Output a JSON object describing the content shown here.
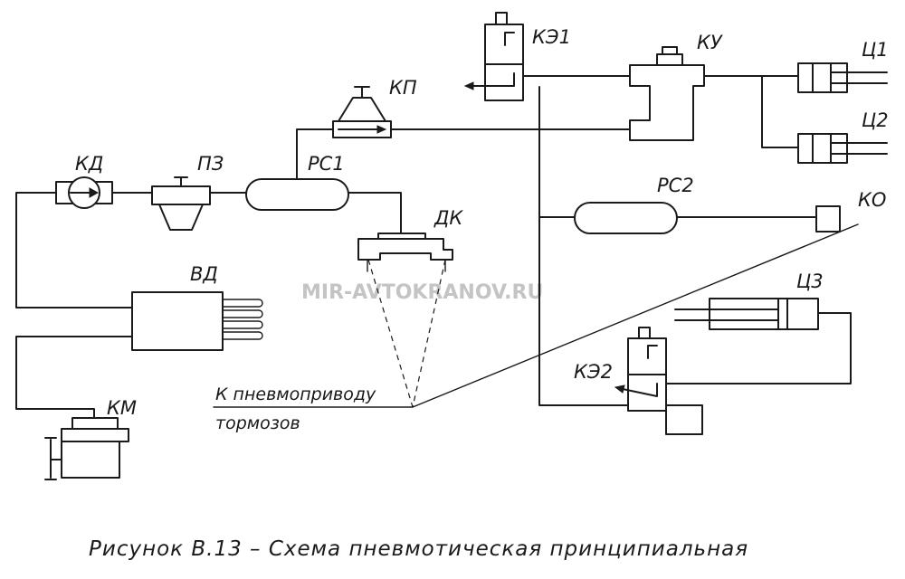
{
  "labels": {
    "kd": "КД",
    "pz": "ПЗ",
    "rs1": "РС1",
    "kp": "КП",
    "ke1": "КЭ1",
    "ku": "КУ",
    "c1": "Ц1",
    "c2": "Ц2",
    "rs2": "РС2",
    "ko": "КО",
    "dk": "ДК",
    "vd": "ВД",
    "c3": "Ц3",
    "ke2": "КЭ2",
    "km": "КМ"
  },
  "note": {
    "line1": "К пневмоприводу",
    "line2": "тормозов"
  },
  "watermark": "MIR-AVTOKRANOV.RU",
  "caption": "Рисунок В.13 – Схема пневмотическая принципиальная"
}
